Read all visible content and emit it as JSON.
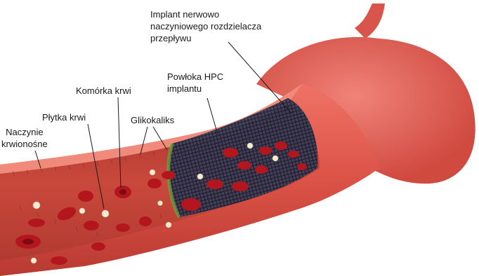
{
  "labels": {
    "implant": [
      "Implant nerwowo",
      "naczyniowego rozdzielacza",
      "przepływu"
    ],
    "hpc": [
      "Powłoka HPC",
      "implantu"
    ],
    "blood_cell": "Komórka krwi",
    "platelet": "Płytka krwi",
    "glycocalyx": "Glikokaliks",
    "vessel": [
      "Naczynie",
      "krwionośne"
    ]
  },
  "colors": {
    "vessel_outer": "#e2584e",
    "vessel_inner": "#c8453a",
    "vessel_wall_cut": "#f07a6a",
    "blood_cell": "#b3161d",
    "blood_cell_center": "#7c0a10",
    "platelet": "#f4ecd2",
    "mesh": "#2a3350",
    "hpc_coating": "#6aa83c"
  }
}
